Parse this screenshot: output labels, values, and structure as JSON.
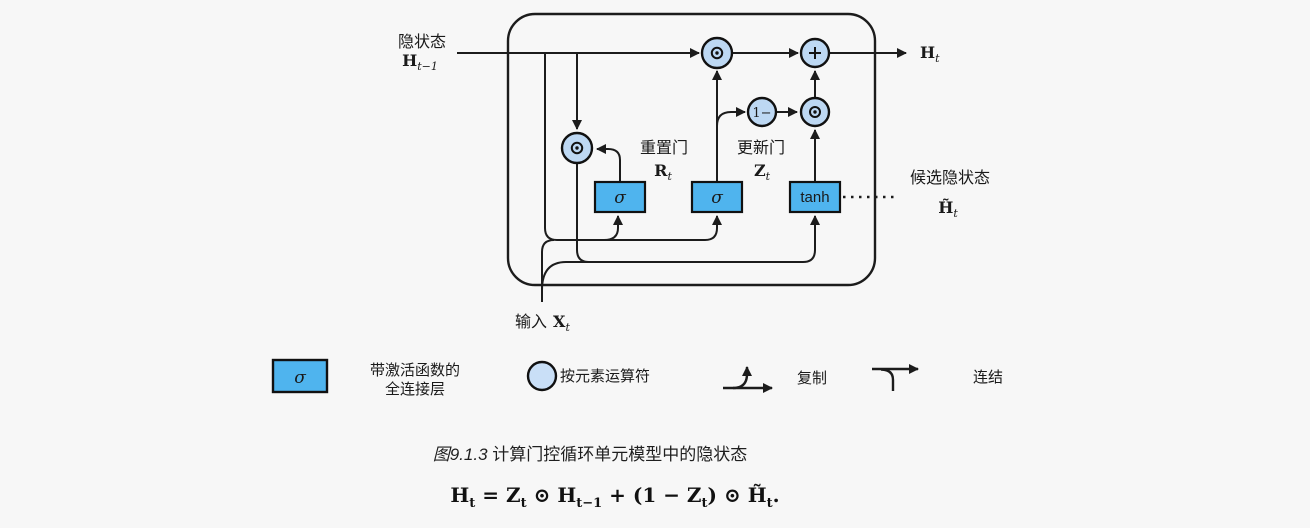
{
  "colors": {
    "fc_box_fill": "#4FB4EE",
    "operator_circle_fill": "#BDD8F3",
    "line": "#1c1c1c",
    "background": "#f7f7f7"
  },
  "diagram": {
    "hidden_state_label": "隐状态",
    "hidden_state_var": "H",
    "hidden_state_sub": "t−1",
    "output_var": "H",
    "output_sub": "t",
    "input_label": "输入",
    "input_var": "X",
    "input_sub": "t",
    "reset_gate_label": "重置门",
    "reset_gate_var": "R",
    "reset_gate_sub": "t",
    "update_gate_label": "更新门",
    "update_gate_var": "Z",
    "update_gate_sub": "t",
    "candidate_label": "候选隐状态",
    "candidate_var": "H̃",
    "candidate_sub": "t",
    "sigma1": "σ",
    "sigma2": "σ",
    "tanh_label": "tanh",
    "one_minus": "1−",
    "plus": "+"
  },
  "legend": {
    "fc_symbol": "σ",
    "fc_label_line1": "带激活函数的",
    "fc_label_line2": "全连接层",
    "elementwise_label": "按元素运算符",
    "copy_label": "复制",
    "concat_label": "连结"
  },
  "caption": {
    "figure_id": "图9.1.3",
    "text": " 计算门控循环单元模型中的隐状态"
  },
  "formula": {
    "parts": [
      {
        "base": "H",
        "sub": "t"
      },
      {
        "op": " = "
      },
      {
        "base": "Z",
        "sub": "t"
      },
      {
        "op": " ⊙ "
      },
      {
        "base": "H",
        "sub": "t−1"
      },
      {
        "op": " + (1 − "
      },
      {
        "base": "Z",
        "sub": "t"
      },
      {
        "op": ") ⊙ "
      },
      {
        "base": "H̃",
        "sub": "t"
      },
      {
        "op": "."
      }
    ]
  }
}
